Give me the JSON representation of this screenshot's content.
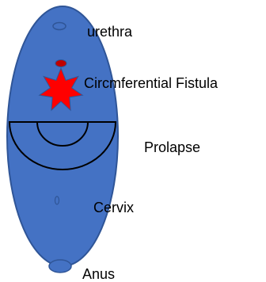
{
  "labels": {
    "urethra": "urethra",
    "fistula": "Circmferential Fistula",
    "prolapse": "Prolapse",
    "cervix": "Cervix",
    "anus": "Anus"
  },
  "colors": {
    "body_fill": "#4472C4",
    "body_stroke": "#2F5597",
    "fistula_star": "#FF0000",
    "fistula_dot": "#C00000",
    "prolapse_line": "#000000",
    "label_text": "#000000",
    "background": "#FFFFFF"
  },
  "icons": {
    "anus": "blue-ellipse-icon",
    "fistula": "red-star-icon"
  }
}
